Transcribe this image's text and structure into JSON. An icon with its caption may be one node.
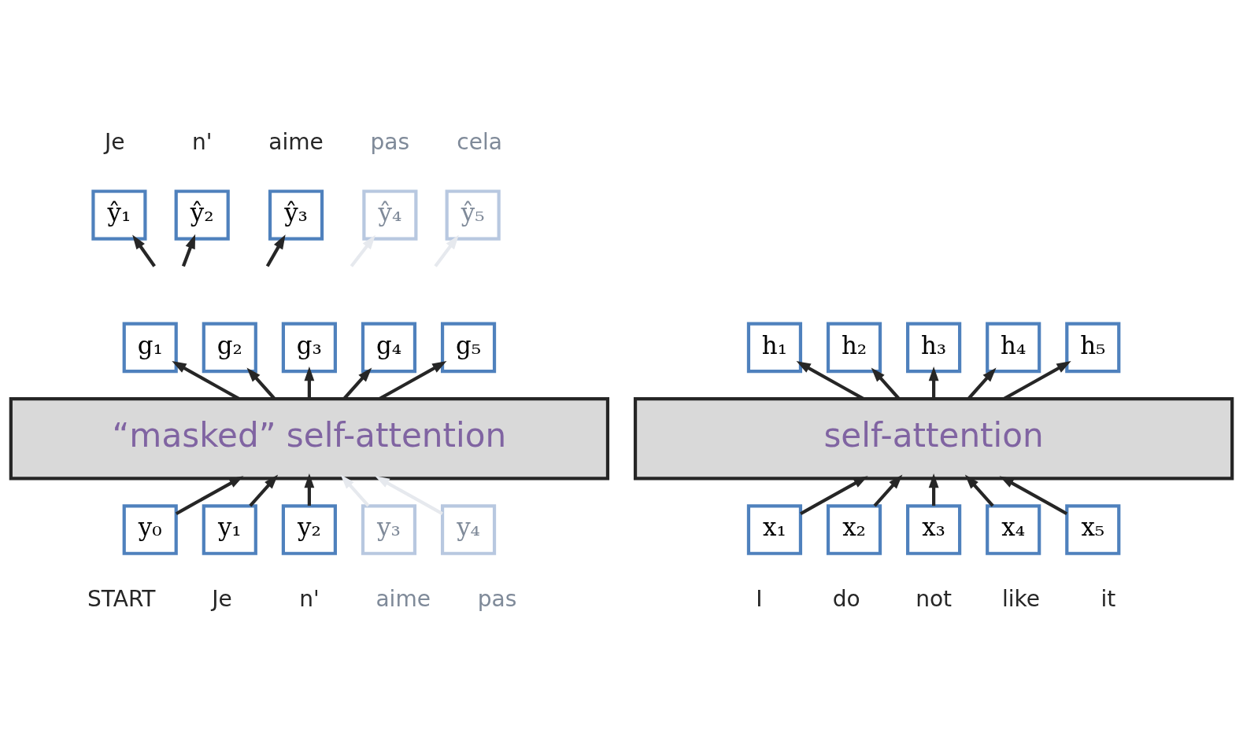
{
  "diagram": {
    "nodes": [
      {
        "text": [
          "ŷ₁"
        ],
        "beside": [
          "Je"
        ]
      },
      {
        "text": [
          "ŷ₂"
        ],
        "beside": [
          "n'"
        ]
      },
      {
        "text": [
          "ŷ₃"
        ],
        "beside": [
          "aime"
        ]
      },
      {
        "text": [
          "ŷ₄"
        ],
        "beside": [
          "pas"
        ]
      },
      {
        "text": [
          "ŷ₅"
        ],
        "beside": [
          "cela"
        ]
      },
      {
        "text": [
          "h₁"
        ]
      },
      {
        "text": [
          "h₂"
        ]
      },
      {
        "text": [
          "h₃"
        ]
      },
      {
        "text": [
          "h₄"
        ]
      },
      {
        "text": [
          "h₅"
        ]
      },
      {
        "text": [
          "g₁"
        ]
      },
      {
        "text": [
          "g₂"
        ]
      },
      {
        "text": [
          "g₃"
        ]
      },
      {
        "text": [
          "g₄"
        ]
      },
      {
        "text": [
          "g₅"
        ]
      },
      {
        "text": [
          "self-attention"
        ]
      },
      {
        "text": [
          "“masked” self-attention"
        ]
      },
      {
        "text": [
          "x₁"
        ],
        "beside": [
          "I"
        ]
      },
      {
        "text": [
          "x₂"
        ],
        "beside": [
          "do"
        ]
      },
      {
        "text": [
          "x₃"
        ],
        "beside": [
          "not"
        ]
      },
      {
        "text": [
          "x₄"
        ],
        "beside": [
          "like"
        ]
      },
      {
        "text": [
          "x₅"
        ],
        "beside": [
          "it"
        ]
      },
      {
        "text": [
          "y₀"
        ],
        "beside": [
          "START"
        ]
      },
      {
        "text": [
          "y₁"
        ],
        "beside": [
          "Je"
        ]
      },
      {
        "text": [
          "y₂"
        ],
        "beside": [
          "n'"
        ]
      },
      {
        "text": [
          "y₃"
        ],
        "beside": [
          "aime"
        ]
      },
      {
        "text": [
          "y₄"
        ],
        "beside": [
          "pas"
        ]
      }
    ],
    "edges": [
      {
        "from": 17,
        "to": 15,
        "arrow": "to"
      },
      {
        "from": 18,
        "to": 15,
        "arrow": "to"
      },
      {
        "from": 19,
        "to": 15,
        "arrow": "to"
      },
      {
        "from": 20,
        "to": 15,
        "arrow": "to"
      },
      {
        "from": 21,
        "to": 15,
        "arrow": "to"
      },
      {
        "from": 15,
        "to": 5,
        "arrow": "to"
      },
      {
        "from": 15,
        "to": 6,
        "arrow": "to"
      },
      {
        "from": 15,
        "to": 7,
        "arrow": "to"
      },
      {
        "from": 15,
        "to": 8,
        "arrow": "to"
      },
      {
        "from": 15,
        "to": 9,
        "arrow": "to"
      },
      {
        "from": 22,
        "to": 16,
        "arrow": "to"
      },
      {
        "from": 23,
        "to": 16,
        "arrow": "to"
      },
      {
        "from": 24,
        "to": 16,
        "arrow": "to"
      },
      {
        "from": 25,
        "to": 16,
        "arrow": "to",
        "color": "#e6e9ee"
      },
      {
        "from": 26,
        "to": 16,
        "arrow": "to",
        "color": "#e6e9ee"
      },
      {
        "from": 16,
        "to": 10,
        "arrow": "to"
      },
      {
        "from": 16,
        "to": 11,
        "arrow": "to"
      },
      {
        "from": 16,
        "to": 12,
        "arrow": "to"
      },
      {
        "from": 16,
        "to": 13,
        "arrow": "to"
      },
      {
        "from": 16,
        "to": 14,
        "arrow": "to"
      },
      {
        "from": null,
        "to": 0,
        "arrow": "to"
      },
      {
        "from": null,
        "to": 1,
        "arrow": "to"
      },
      {
        "from": null,
        "to": 2,
        "arrow": "to"
      },
      {
        "from": null,
        "to": 3,
        "arrow": "to",
        "color": "#e6e9ee"
      },
      {
        "from": null,
        "to": 4,
        "arrow": "to",
        "color": "#e6e9ee"
      }
    ]
  }
}
